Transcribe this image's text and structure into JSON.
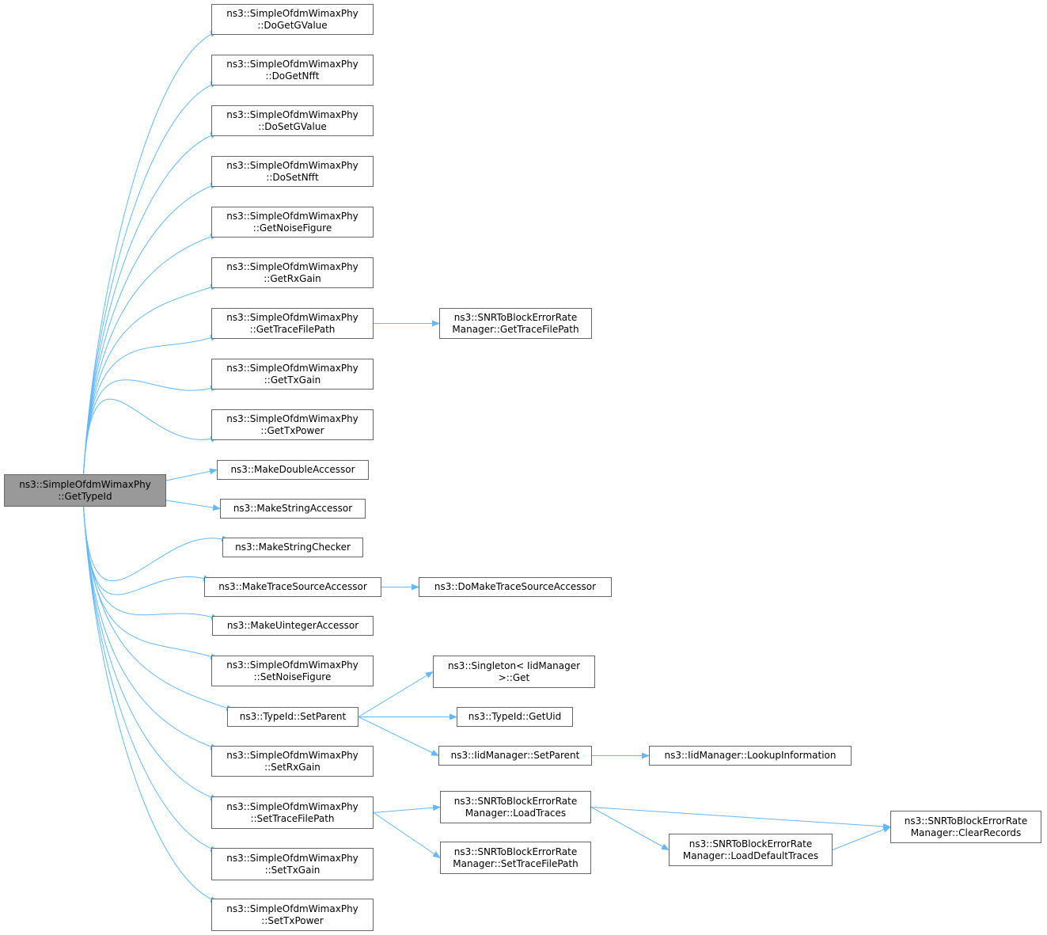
{
  "diagram": {
    "edge_color": "#63b8ff",
    "root_fill": "#999999",
    "root": {
      "id": "root",
      "lines": [
        "ns3::SimpleOfdmWimaxPhy",
        "::GetTypeId"
      ]
    },
    "nodes": [
      {
        "id": "doGetGValue",
        "lines": [
          "ns3::SimpleOfdmWimaxPhy",
          "::DoGetGValue"
        ]
      },
      {
        "id": "doGetNfft",
        "lines": [
          "ns3::SimpleOfdmWimaxPhy",
          "::DoGetNfft"
        ]
      },
      {
        "id": "doSetGValue",
        "lines": [
          "ns3::SimpleOfdmWimaxPhy",
          "::DoSetGValue"
        ]
      },
      {
        "id": "doSetNfft",
        "lines": [
          "ns3::SimpleOfdmWimaxPhy",
          "::DoSetNfft"
        ]
      },
      {
        "id": "getNoiseFigure",
        "lines": [
          "ns3::SimpleOfdmWimaxPhy",
          "::GetNoiseFigure"
        ]
      },
      {
        "id": "getRxGain",
        "lines": [
          "ns3::SimpleOfdmWimaxPhy",
          "::GetRxGain"
        ]
      },
      {
        "id": "getTraceFilePath",
        "lines": [
          "ns3::SimpleOfdmWimaxPhy",
          "::GetTraceFilePath"
        ]
      },
      {
        "id": "getTxGain",
        "lines": [
          "ns3::SimpleOfdmWimaxPhy",
          "::GetTxGain"
        ]
      },
      {
        "id": "getTxPower",
        "lines": [
          "ns3::SimpleOfdmWimaxPhy",
          "::GetTxPower"
        ]
      },
      {
        "id": "makeDoubleAccessor",
        "lines": [
          "ns3::MakeDoubleAccessor"
        ]
      },
      {
        "id": "makeStringAccessor",
        "lines": [
          "ns3::MakeStringAccessor"
        ]
      },
      {
        "id": "makeStringChecker",
        "lines": [
          "ns3::MakeStringChecker"
        ]
      },
      {
        "id": "makeTraceSourceAccessor",
        "lines": [
          "ns3::MakeTraceSourceAccessor"
        ]
      },
      {
        "id": "makeUintegerAccessor",
        "lines": [
          "ns3::MakeUintegerAccessor"
        ]
      },
      {
        "id": "setNoiseFigure",
        "lines": [
          "ns3::SimpleOfdmWimaxPhy",
          "::SetNoiseFigure"
        ]
      },
      {
        "id": "typeIdSetParent",
        "lines": [
          "ns3::TypeId::SetParent"
        ]
      },
      {
        "id": "setRxGain",
        "lines": [
          "ns3::SimpleOfdmWimaxPhy",
          "::SetRxGain"
        ]
      },
      {
        "id": "setTraceFilePath",
        "lines": [
          "ns3::SimpleOfdmWimaxPhy",
          "::SetTraceFilePath"
        ]
      },
      {
        "id": "setTxGain",
        "lines": [
          "ns3::SimpleOfdmWimaxPhy",
          "::SetTxGain"
        ]
      },
      {
        "id": "setTxPower",
        "lines": [
          "ns3::SimpleOfdmWimaxPhy",
          "::SetTxPower"
        ]
      },
      {
        "id": "snrGetTraceFilePath",
        "lines": [
          "ns3::SNRToBlockErrorRate",
          "Manager::GetTraceFilePath"
        ]
      },
      {
        "id": "doMakeTraceSourceAccessor",
        "lines": [
          "ns3::DoMakeTraceSourceAccessor"
        ]
      },
      {
        "id": "singletonGet",
        "lines": [
          "ns3::Singleton< IidManager",
          ">::Get"
        ]
      },
      {
        "id": "typeIdGetUid",
        "lines": [
          "ns3::TypeId::GetUid"
        ]
      },
      {
        "id": "iidSetParent",
        "lines": [
          "ns3::IidManager::SetParent"
        ]
      },
      {
        "id": "lookupInformation",
        "lines": [
          "ns3::IidManager::LookupInformation"
        ]
      },
      {
        "id": "loadTraces",
        "lines": [
          "ns3::SNRToBlockErrorRate",
          "Manager::LoadTraces"
        ]
      },
      {
        "id": "snrSetTraceFilePath",
        "lines": [
          "ns3::SNRToBlockErrorRate",
          "Manager::SetTraceFilePath"
        ]
      },
      {
        "id": "loadDefaultTraces",
        "lines": [
          "ns3::SNRToBlockErrorRate",
          "Manager::LoadDefaultTraces"
        ]
      },
      {
        "id": "clearRecords",
        "lines": [
          "ns3::SNRToBlockErrorRate",
          "Manager::ClearRecords"
        ]
      }
    ],
    "edges": [
      [
        "root",
        "doGetGValue"
      ],
      [
        "root",
        "doGetNfft"
      ],
      [
        "root",
        "doSetGValue"
      ],
      [
        "root",
        "doSetNfft"
      ],
      [
        "root",
        "getNoiseFigure"
      ],
      [
        "root",
        "getRxGain"
      ],
      [
        "root",
        "getTraceFilePath"
      ],
      [
        "root",
        "getTxGain"
      ],
      [
        "root",
        "getTxPower"
      ],
      [
        "root",
        "makeDoubleAccessor"
      ],
      [
        "root",
        "makeStringAccessor"
      ],
      [
        "root",
        "makeStringChecker"
      ],
      [
        "root",
        "makeTraceSourceAccessor"
      ],
      [
        "root",
        "makeUintegerAccessor"
      ],
      [
        "root",
        "setNoiseFigure"
      ],
      [
        "root",
        "typeIdSetParent"
      ],
      [
        "root",
        "setRxGain"
      ],
      [
        "root",
        "setTraceFilePath"
      ],
      [
        "root",
        "setTxGain"
      ],
      [
        "root",
        "setTxPower"
      ],
      [
        "getTraceFilePath",
        "snrGetTraceFilePath"
      ],
      [
        "makeTraceSourceAccessor",
        "doMakeTraceSourceAccessor"
      ],
      [
        "typeIdSetParent",
        "singletonGet"
      ],
      [
        "typeIdSetParent",
        "typeIdGetUid"
      ],
      [
        "typeIdSetParent",
        "iidSetParent"
      ],
      [
        "iidSetParent",
        "lookupInformation"
      ],
      [
        "setTraceFilePath",
        "loadTraces"
      ],
      [
        "setTraceFilePath",
        "snrSetTraceFilePath"
      ],
      [
        "loadTraces",
        "clearRecords"
      ],
      [
        "loadTraces",
        "loadDefaultTraces"
      ],
      [
        "loadDefaultTraces",
        "clearRecords"
      ]
    ]
  }
}
